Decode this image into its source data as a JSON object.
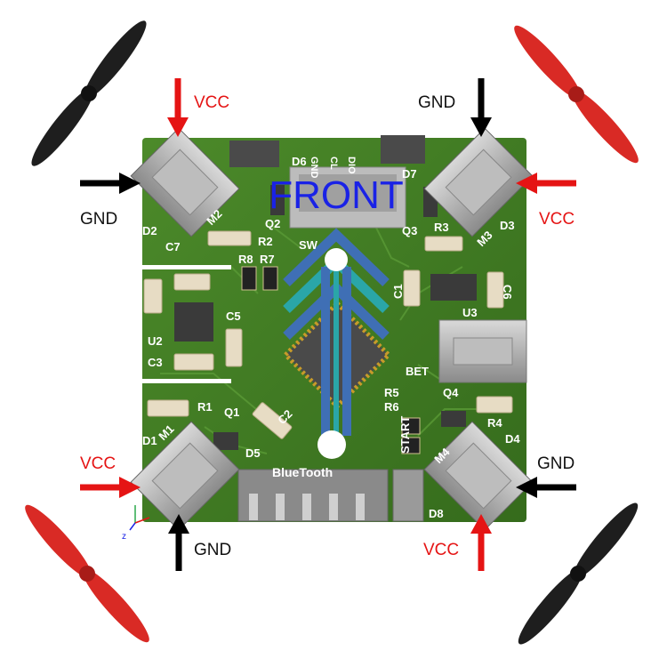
{
  "board": {
    "front_label": "FRONT",
    "silkscreen": {
      "d6": "D6",
      "gnd": "GND",
      "cl": "CL",
      "dio": "DIO",
      "d7": "D7",
      "d2": "D2",
      "m2": "M2",
      "q2": "Q2",
      "r2": "R2",
      "c7": "C7",
      "sw": "SW",
      "q3": "Q3",
      "r3": "R3",
      "m3": "M3",
      "d3": "D3",
      "r8": "R8",
      "r7": "R7",
      "c1": "C1",
      "c6": "C6",
      "u3": "U3",
      "c5": "C5",
      "u2": "U2",
      "c3": "C3",
      "bet": "BET",
      "r5": "R5",
      "r6": "R6",
      "q4": "Q4",
      "r4": "R4",
      "d4": "D4",
      "r1": "R1",
      "q1": "Q1",
      "c2": "C2",
      "d1": "D1",
      "m1": "M1",
      "d5": "D5",
      "start": "START",
      "m4": "M4",
      "d8": "D8",
      "bluetooth": "BlueTooth"
    }
  },
  "callouts": {
    "top_left_vcc": "VCC",
    "top_left_gnd": "GND",
    "top_right_gnd": "GND",
    "top_right_vcc": "VCC",
    "bottom_left_vcc": "VCC",
    "bottom_left_gnd": "GND",
    "bottom_right_gnd": "GND",
    "bottom_right_vcc": "VCC"
  },
  "axis_indicator": {
    "z": "z"
  },
  "colors": {
    "pcb": "#3f7a23",
    "pcb_dark": "#2f5f18",
    "vcc_arrow": "#e51414",
    "gnd_arrow": "#000000",
    "vcc_text": "#e51414",
    "gnd_text": "#111111",
    "front_text": "#1a22e6",
    "prop_red": "#d92a25",
    "prop_black": "#1e1e1e",
    "chevron_blue": "#3f6fb5",
    "chevron_teal": "#2aa6a8"
  }
}
